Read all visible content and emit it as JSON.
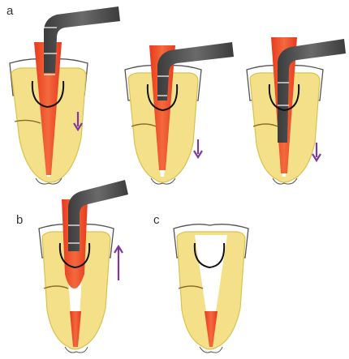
{
  "figure": {
    "panel_labels": {
      "a": "a",
      "b": "b",
      "c": "c"
    }
  },
  "colors": {
    "dentin": "#f5e08a",
    "dentin_stroke": "#d9c24f",
    "crown_outline": "#555555",
    "gutta_percha": "#f0492a",
    "plugger": "#4a4a4a",
    "arrow": "#7a3b9a",
    "pulp_horn": "#111111",
    "lateral_canal": "#8a6a2a"
  },
  "icons": [
    "down-arrow-icon",
    "up-arrow-icon"
  ]
}
